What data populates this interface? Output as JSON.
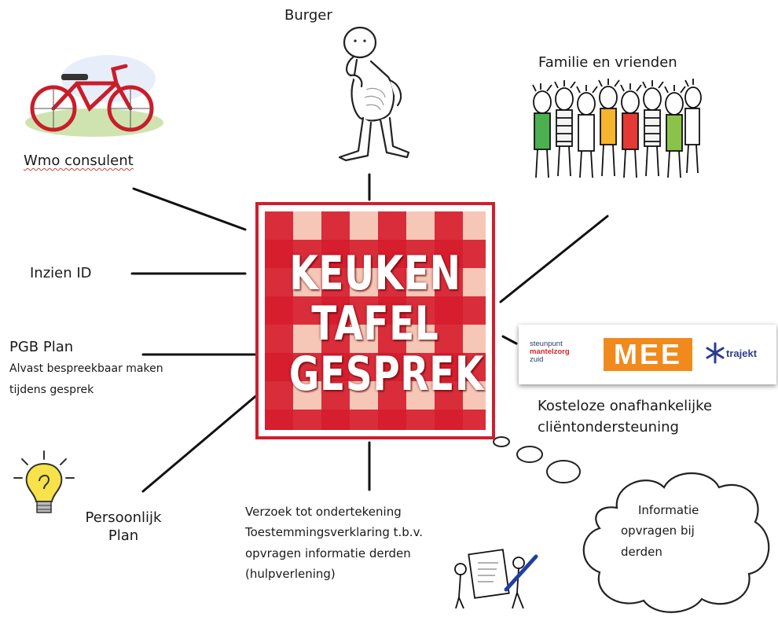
{
  "labels": {
    "burger": "Burger",
    "familie": "Familie en vrienden",
    "wmo": "Wmo consulent",
    "inzien": "Inzien ID",
    "pgb_title": "PGB Plan",
    "pgb_line1": "Alvast bespreekbaar maken",
    "pgb_line2": "tijdens gesprek",
    "persoonlijk_line1": "Persoonlijk",
    "persoonlijk_line2": "Plan",
    "verzoek_line1": "Verzoek tot ondertekening",
    "verzoek_line2": "Toestemmingsverklaring t.b.v.",
    "verzoek_line3": "opvragen informatie derden",
    "verzoek_line4": "(hulpverlening)",
    "kosteloze_line1": "Kosteloze onafhankelijke",
    "kosteloze_line2": "cliëntondersteuning",
    "cloud_line1": "Informatie",
    "cloud_line2": "opvragen bij",
    "cloud_line3": "derden"
  },
  "center_logo": {
    "line1": "KEUKEN",
    "line2": "TAFEL",
    "line3": "GESPREK"
  },
  "organisations": {
    "steunpunt_line1": "steunpunt",
    "steunpunt_line2": "mantelzorg",
    "steunpunt_line3": "zuid",
    "mee": "MEE",
    "trajekt": "trajekt"
  },
  "icons": [
    "bicycle-icon",
    "thinking-man-icon",
    "crowd-icon",
    "lightbulb-icon",
    "signing-document-icon",
    "thought-cloud-icon"
  ],
  "colors": {
    "logo_red": "#d61c2d",
    "logo_pink": "#f6c7b7",
    "mee_orange": "#f08a1c",
    "trajekt_blue": "#2b3c8f"
  }
}
